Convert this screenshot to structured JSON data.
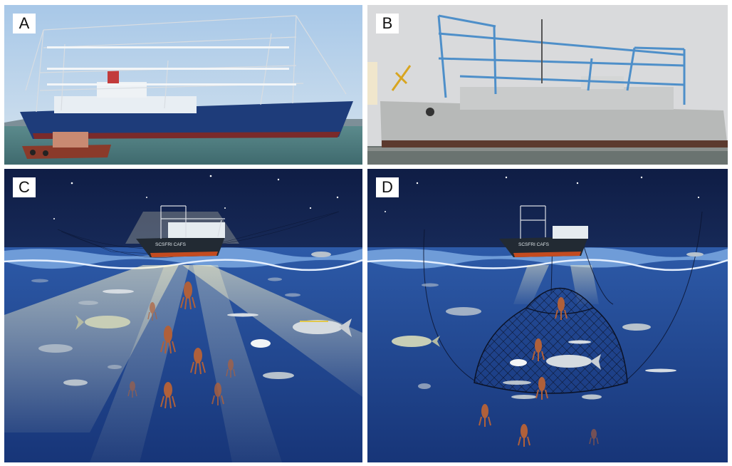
{
  "panels": {
    "A": {
      "label": "A"
    },
    "B": {
      "label": "B"
    },
    "C": {
      "label": "C",
      "vessel_name": "SCSFRI CAFS"
    },
    "D": {
      "label": "D",
      "vessel_name": "SCSFRI CAFS"
    }
  },
  "colors": {
    "sky_photo": "#b9d3ea",
    "sky_overcast": "#d9dadc",
    "blue_hull": "#1e3c7a",
    "grey_hull": "#b7b9b8",
    "blue_frame": "#4e8fc9",
    "night_sky": "#14244f",
    "deep_sea": "#1b3a80",
    "light_beam": "#fff6c8",
    "squid": "#b0603a"
  },
  "icons": [
    "squid-icon",
    "tuna-icon",
    "mahi-icon",
    "barracuda-icon",
    "small-fish-icon",
    "star-icon"
  ]
}
